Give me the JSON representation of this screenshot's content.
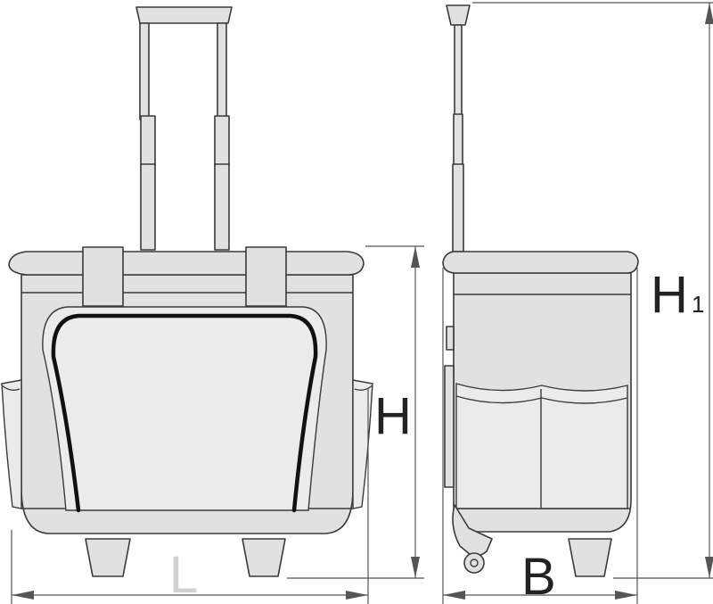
{
  "dimensions": {
    "length_label": "L",
    "height_label": "H",
    "width_label": "B",
    "total_height_label": "H",
    "total_height_subscript": "1"
  },
  "colors": {
    "body": "#e1e1e1",
    "outline": "#3a3a3a",
    "zipper": "#111111",
    "dimension_line": "#555555",
    "length_label": "#d0d0d0"
  }
}
